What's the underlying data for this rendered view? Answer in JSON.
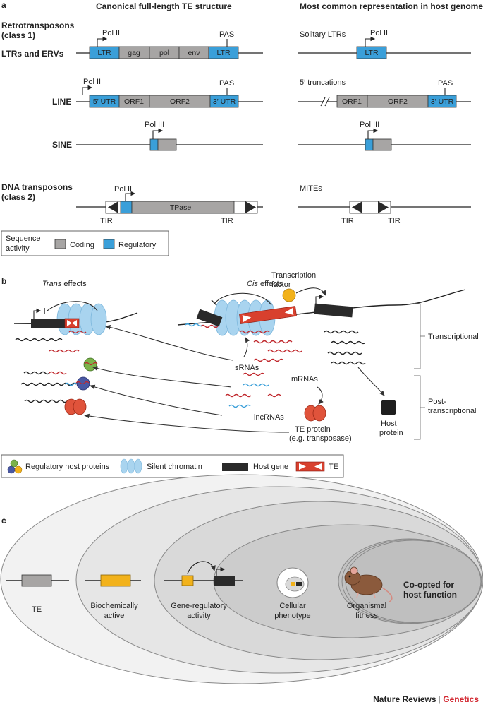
{
  "panel_a": {
    "label": "a",
    "header_left": "Canonical full-length TE structure",
    "header_right": "Most common representation in host genomes",
    "class1_line1": "Retrotransposons",
    "class1_line2": "(class 1)",
    "ltr_row": {
      "label": "LTRs and ERVs",
      "promoter": "Pol II",
      "pas": "PAS",
      "segments": [
        "LTR",
        "gag",
        "pol",
        "env",
        "LTR"
      ],
      "right_title": "Solitary LTRs",
      "right_promoter": "Pol II",
      "right_segment": "LTR"
    },
    "line_row": {
      "label": "LINE",
      "promoter": "Pol II",
      "pas": "PAS",
      "segments": [
        "5′ UTR",
        "ORF1",
        "ORF2",
        "3′ UTR"
      ],
      "right_title": "5′ truncations",
      "right_pas": "PAS",
      "right_segments": [
        "ORF1",
        "ORF2",
        "3′ UTR"
      ]
    },
    "sine_row": {
      "label": "SINE",
      "promoter": "Pol III",
      "right_promoter": "Pol III"
    },
    "class2_line1": "DNA transposons",
    "class2_line2": "(class 2)",
    "dna_row": {
      "promoter": "Pol II",
      "segment": "TPase",
      "tir_left": "TIR",
      "tir_right": "TIR",
      "right_title": "MITEs",
      "right_tir_left": "TIR",
      "right_tir_right": "TIR"
    },
    "legend": {
      "title_line1": "Sequence",
      "title_line2": "activity",
      "coding": "Coding",
      "regulatory": "Regulatory"
    }
  },
  "panel_b": {
    "label": "b",
    "trans_italic": "Trans",
    "trans_rest": " effects",
    "cis_italic": "Cis",
    "cis_rest": " effects",
    "tf_line1": "Transcription",
    "tf_line2": "factor",
    "srnas": "sRNAs",
    "mrnas": "mRNAs",
    "lncrnas": "lncRNAs",
    "te_protein_line1": "TE protein",
    "te_protein_line2": "(e.g. transposase)",
    "host_protein_line1": "Host",
    "host_protein_line2": "protein",
    "transcriptional": "Transcriptional",
    "post_line1": "Post-",
    "post_line2": "transcriptional",
    "legend": {
      "reg_proteins": "Regulatory host proteins",
      "silent_chromatin": "Silent chromatin",
      "host_gene": "Host gene",
      "te": "TE"
    }
  },
  "panel_c": {
    "label": "c",
    "levels": [
      "TE",
      "Biochemically",
      "active",
      "Gene-regulatory",
      "activity",
      "Cellular",
      "phenotype",
      "Organismal",
      "fitness"
    ],
    "coopted_line1": "Co-opted for",
    "coopted_line2": "host function"
  },
  "footer": {
    "journal": "Nature Reviews",
    "separator": " | ",
    "section": "Genetics"
  },
  "colors": {
    "regulatory_blue": "#3a9fd9",
    "coding_gray": "#a7a5a4",
    "te_red": "#d8402e",
    "host_gene_black": "#2a2a2a",
    "chromatin_blue": "#a9d4ef",
    "biochem_orange": "#f2b21b",
    "genetics_red": "#d2262f"
  }
}
